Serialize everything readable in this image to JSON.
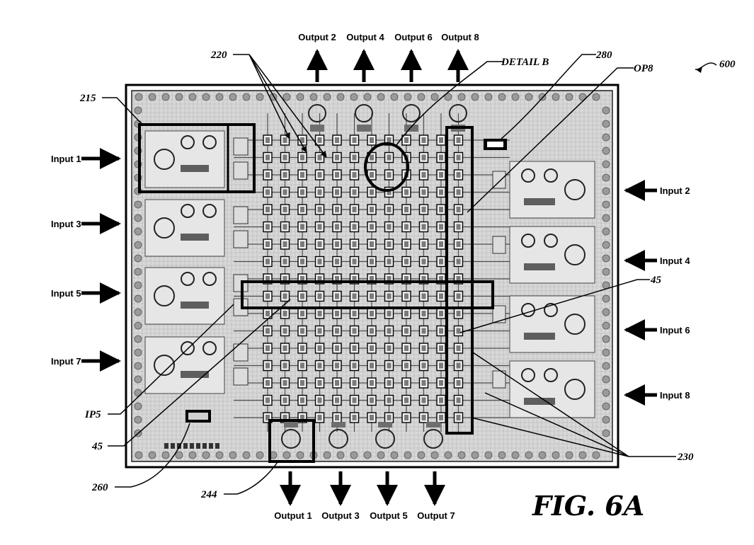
{
  "figure": {
    "number": "600",
    "title": "FIG. 6A"
  },
  "inputs_left": [
    "Input 1",
    "Input 3",
    "Input 5",
    "Input 7"
  ],
  "inputs_right": [
    "Input 2",
    "Input 4",
    "Input 6",
    "Input 8"
  ],
  "outputs_top": [
    "Output 2",
    "Output 4",
    "Output 6",
    "Output 8"
  ],
  "outputs_bottom": [
    "Output 1",
    "Output 3",
    "Output 5",
    "Output 7"
  ],
  "refs": {
    "r215": "215",
    "r220": "220",
    "detail_b": "DETAIL B",
    "r280": "280",
    "op8": "OP8",
    "r45_right": "45",
    "ip5": "IP5",
    "r45_left": "45",
    "r260": "260",
    "r244": "244",
    "r230": "230"
  },
  "colors": {
    "ink": "#000000",
    "chip_gray": "#8a8a8a",
    "paper": "#ffffff"
  }
}
